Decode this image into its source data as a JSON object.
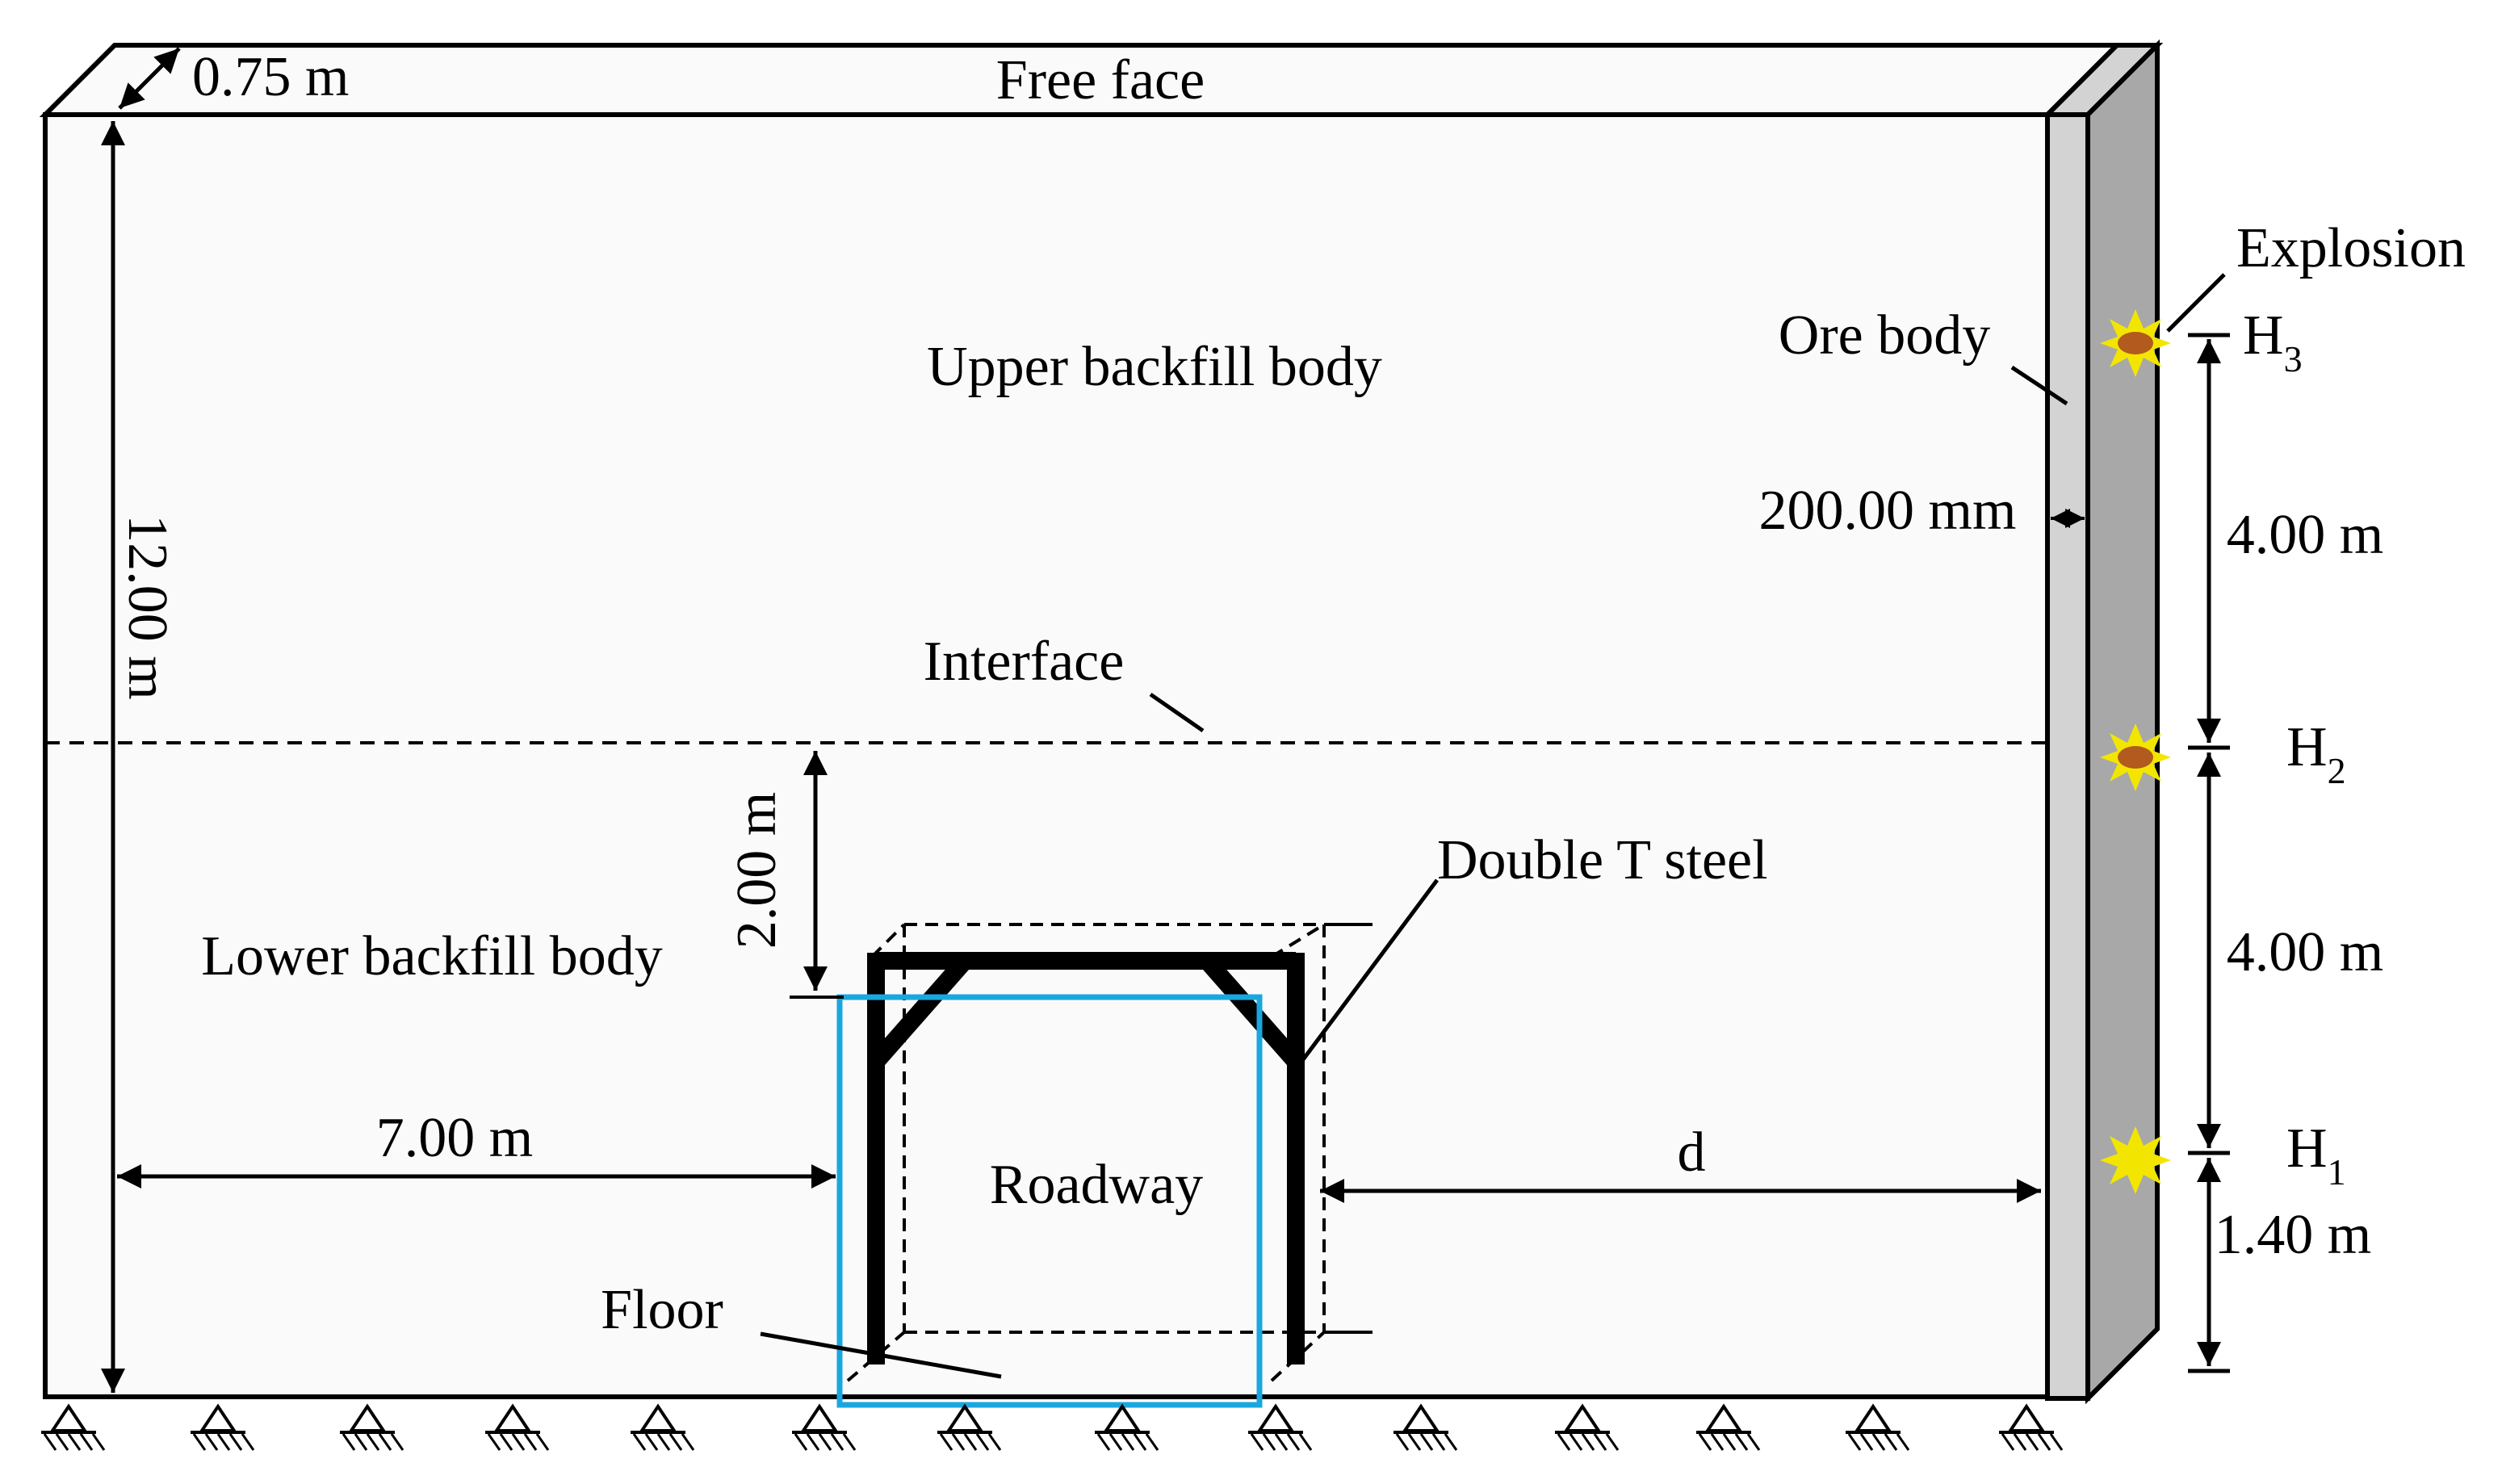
{
  "labels": {
    "thickness": "0.75 m",
    "free_face": "Free face",
    "upper_body": "Upper backfill body",
    "lower_body": "Lower backfill body",
    "interface": "Interface",
    "height": "12.00 m",
    "ore_body": "Ore body",
    "ore_width": "200.00 mm",
    "explosion": "Explosion",
    "h3": "H",
    "h3_sub": "3",
    "h2": "H",
    "h2_sub": "2",
    "h1": "H",
    "h1_sub": "1",
    "spacing_upper": "4.00 m",
    "spacing_lower": "4.00 m",
    "h1_height": "1.40 m",
    "roadway_top": "2.00 m",
    "double_t": "Double T steel",
    "left_distance": "7.00 m",
    "roadway": "Roadway",
    "distance_d": "d",
    "floor": "Floor"
  },
  "colors": {
    "body_fill": "#fafafa",
    "ore_front": "#d3d3d3",
    "ore_side": "#a8a8a8",
    "roadway_outline": "#1aa7df",
    "explosion_outer": "#f2e600",
    "explosion_inner": "#b35a1e"
  }
}
